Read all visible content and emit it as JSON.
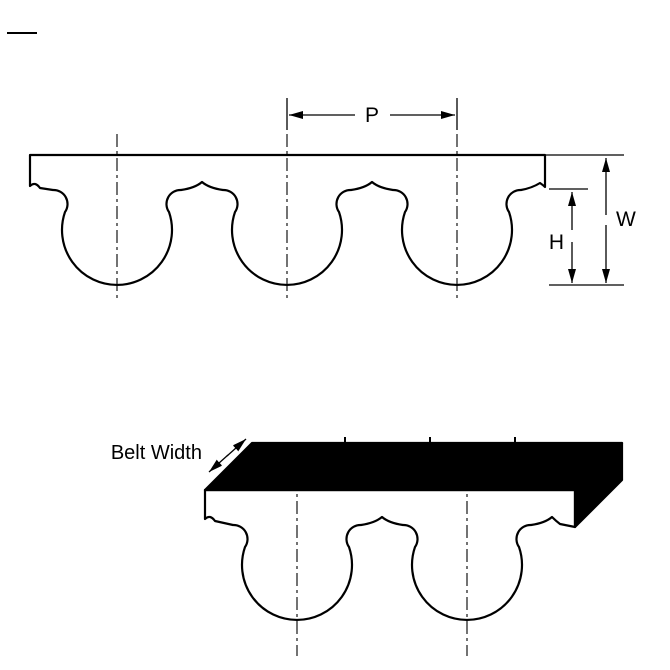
{
  "page": {
    "background": "#ffffff"
  },
  "diagram": {
    "side_view": {
      "pitch_label": "P",
      "belt_thickness_label": "W",
      "tooth_height_label": "H"
    },
    "iso_view": {
      "belt_width_label": "Belt Width"
    },
    "colors": {
      "outline": "#000000",
      "belt_fill": "#ffffff",
      "solid_face": "#000000"
    }
  }
}
